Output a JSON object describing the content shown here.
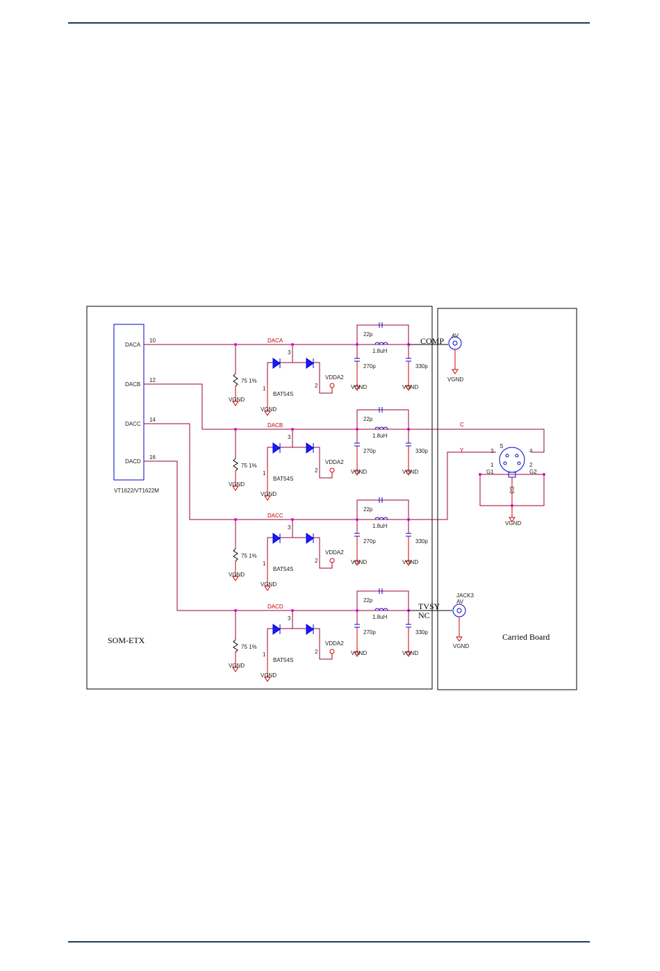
{
  "labels": {
    "ic_name": "VT1622/VT1622M",
    "left_region": "SOM-ETX",
    "right_region": "Carried Board",
    "gnd": "VGND",
    "vdda": "VDDA2",
    "diode": "BAT54S",
    "resistor": "75 1%",
    "inductor": "1.8uH",
    "cap_top": "22p",
    "cap_left": "270p",
    "cap_right": "330p",
    "pin1": "1",
    "pin2": "2",
    "pin3": "3"
  },
  "channels": [
    {
      "pin_name": "DACA",
      "pin_number": "10",
      "net": "DACA",
      "output": "COMP"
    },
    {
      "pin_name": "DACB",
      "pin_number": "12",
      "net": "DACB",
      "output": "C"
    },
    {
      "pin_name": "DACC",
      "pin_number": "14",
      "net": "DACC",
      "output": "Y"
    },
    {
      "pin_name": "DACD",
      "pin_number": "16",
      "net": "DACD",
      "output": "TVSY"
    }
  ],
  "connectors": {
    "comp_jack": "AV",
    "bottom_jack_name": "JACK3",
    "bottom_jack_type": "AV",
    "bottom_nc": "NC",
    "svideo": {
      "pin3": "3",
      "pin4": "4",
      "pin1": "1",
      "pin2": "2",
      "s": "S",
      "g1": "G1",
      "g2": "G2",
      "g3": "G3"
    }
  }
}
